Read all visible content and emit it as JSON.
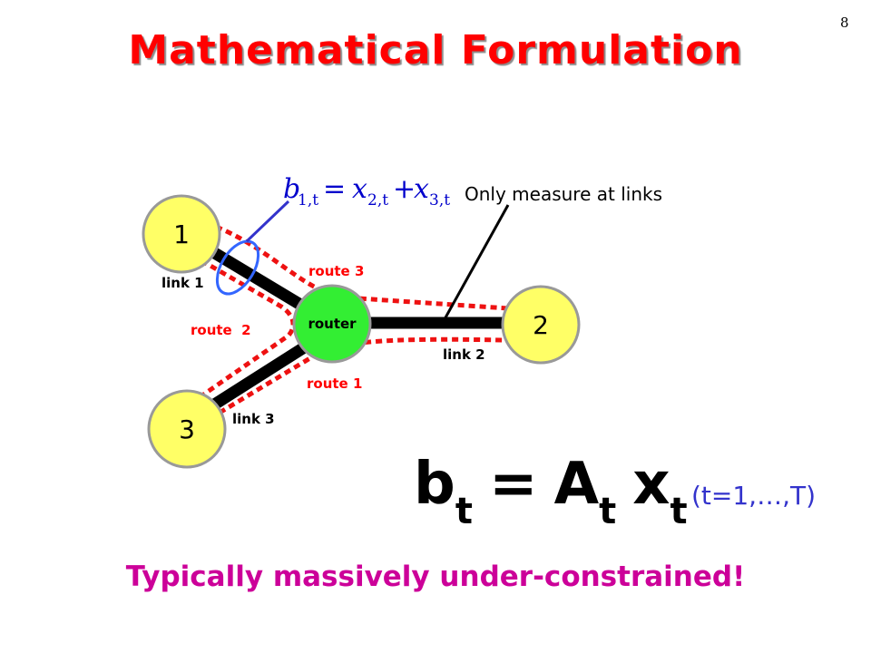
{
  "slide": {
    "page_number": "8",
    "title": "Mathematical Formulation"
  },
  "diagram": {
    "nodes": [
      {
        "id": "1",
        "label": "1",
        "color": "#ffff66"
      },
      {
        "id": "2",
        "label": "2",
        "color": "#ffff66"
      },
      {
        "id": "3",
        "label": "3",
        "color": "#ffff66"
      },
      {
        "id": "router",
        "label": "router",
        "color": "#33ee33"
      }
    ],
    "links": [
      {
        "label": "link 1",
        "from": "1",
        "to": "router"
      },
      {
        "label": "link 2",
        "from": "router",
        "to": "2"
      },
      {
        "label": "link 3",
        "from": "3",
        "to": "router"
      }
    ],
    "routes": [
      {
        "label": "route 1",
        "path": [
          "3",
          "router",
          "2"
        ]
      },
      {
        "label": "route  2",
        "path": [
          "3",
          "router",
          "1"
        ]
      },
      {
        "label": "route 3",
        "path": [
          "1",
          "router",
          "2"
        ]
      }
    ],
    "annotation": "Only measure at links",
    "link_equation": {
      "lhs_var": "b",
      "lhs_sub": "1,t",
      "eq": "=",
      "term1_var": "x",
      "term1_sub": "2,t",
      "plus": "+",
      "term2_var": "x",
      "term2_sub": "3,t"
    }
  },
  "equation": {
    "lhs": "b",
    "lhs_sub": "t",
    "equals": "=",
    "matrix": "A",
    "matrix_sub": "t",
    "vector": "x",
    "vector_sub": "t",
    "range": "(t=1,…,T)"
  },
  "conclusion": "Typically massively under-constrained!",
  "colors": {
    "title": "#ff0000",
    "route": "#ff0000",
    "node_fill": "#ffff66",
    "router_fill": "#33ee33",
    "equation_blue": "#0000cc",
    "conclusion": "#cc0099",
    "range": "#3333cc"
  }
}
